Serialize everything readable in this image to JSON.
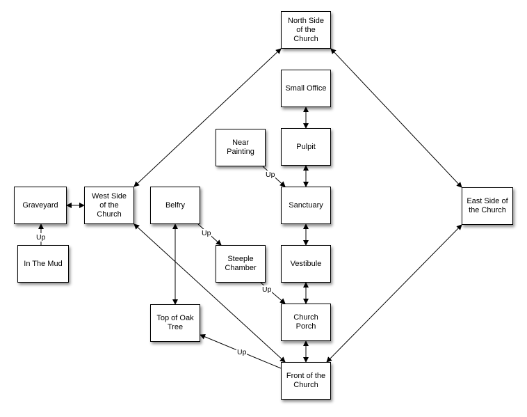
{
  "nodes": [
    {
      "id": "north",
      "label": "North Side\nof the\nChurch"
    },
    {
      "id": "small_office",
      "label": "Small Office"
    },
    {
      "id": "near_painting",
      "label": "Near\nPainting"
    },
    {
      "id": "pulpit",
      "label": "Pulpit"
    },
    {
      "id": "graveyard",
      "label": "Graveyard"
    },
    {
      "id": "west",
      "label": "West Side\nof the\nChurch"
    },
    {
      "id": "belfry",
      "label": "Belfry"
    },
    {
      "id": "sanctuary",
      "label": "Sanctuary"
    },
    {
      "id": "east",
      "label": "East Side of\nthe Church"
    },
    {
      "id": "in_the_mud",
      "label": "In The Mud"
    },
    {
      "id": "steeple",
      "label": "Steeple\nChamber"
    },
    {
      "id": "vestibule",
      "label": "Vestibule"
    },
    {
      "id": "oak_tree",
      "label": "Top of Oak\nTree"
    },
    {
      "id": "porch",
      "label": "Church\nPorch"
    },
    {
      "id": "front",
      "label": "Front of the\nChurch"
    }
  ],
  "edges": [
    {
      "from": "north",
      "to": "west",
      "bidirectional": true,
      "label": ""
    },
    {
      "from": "north",
      "to": "east",
      "bidirectional": true,
      "label": ""
    },
    {
      "from": "small_office",
      "to": "pulpit",
      "bidirectional": true,
      "label": ""
    },
    {
      "from": "pulpit",
      "to": "sanctuary",
      "bidirectional": true,
      "label": ""
    },
    {
      "from": "near_painting",
      "to": "sanctuary",
      "bidirectional": false,
      "label": "Up"
    },
    {
      "from": "graveyard",
      "to": "west",
      "bidirectional": true,
      "label": ""
    },
    {
      "from": "in_the_mud",
      "to": "graveyard",
      "bidirectional": false,
      "label": "Up"
    },
    {
      "from": "belfry",
      "to": "oak_tree",
      "bidirectional": true,
      "label": ""
    },
    {
      "from": "belfry",
      "to": "steeple",
      "bidirectional": false,
      "label": "Up"
    },
    {
      "from": "sanctuary",
      "to": "vestibule",
      "bidirectional": true,
      "label": ""
    },
    {
      "from": "vestibule",
      "to": "porch",
      "bidirectional": true,
      "label": ""
    },
    {
      "from": "steeple",
      "to": "porch",
      "bidirectional": false,
      "label": "Up"
    },
    {
      "from": "porch",
      "to": "front",
      "bidirectional": true,
      "label": ""
    },
    {
      "from": "west",
      "to": "front",
      "bidirectional": true,
      "label": ""
    },
    {
      "from": "east",
      "to": "front",
      "bidirectional": true,
      "label": ""
    },
    {
      "from": "front",
      "to": "oak_tree",
      "bidirectional": false,
      "label": "Up"
    }
  ]
}
